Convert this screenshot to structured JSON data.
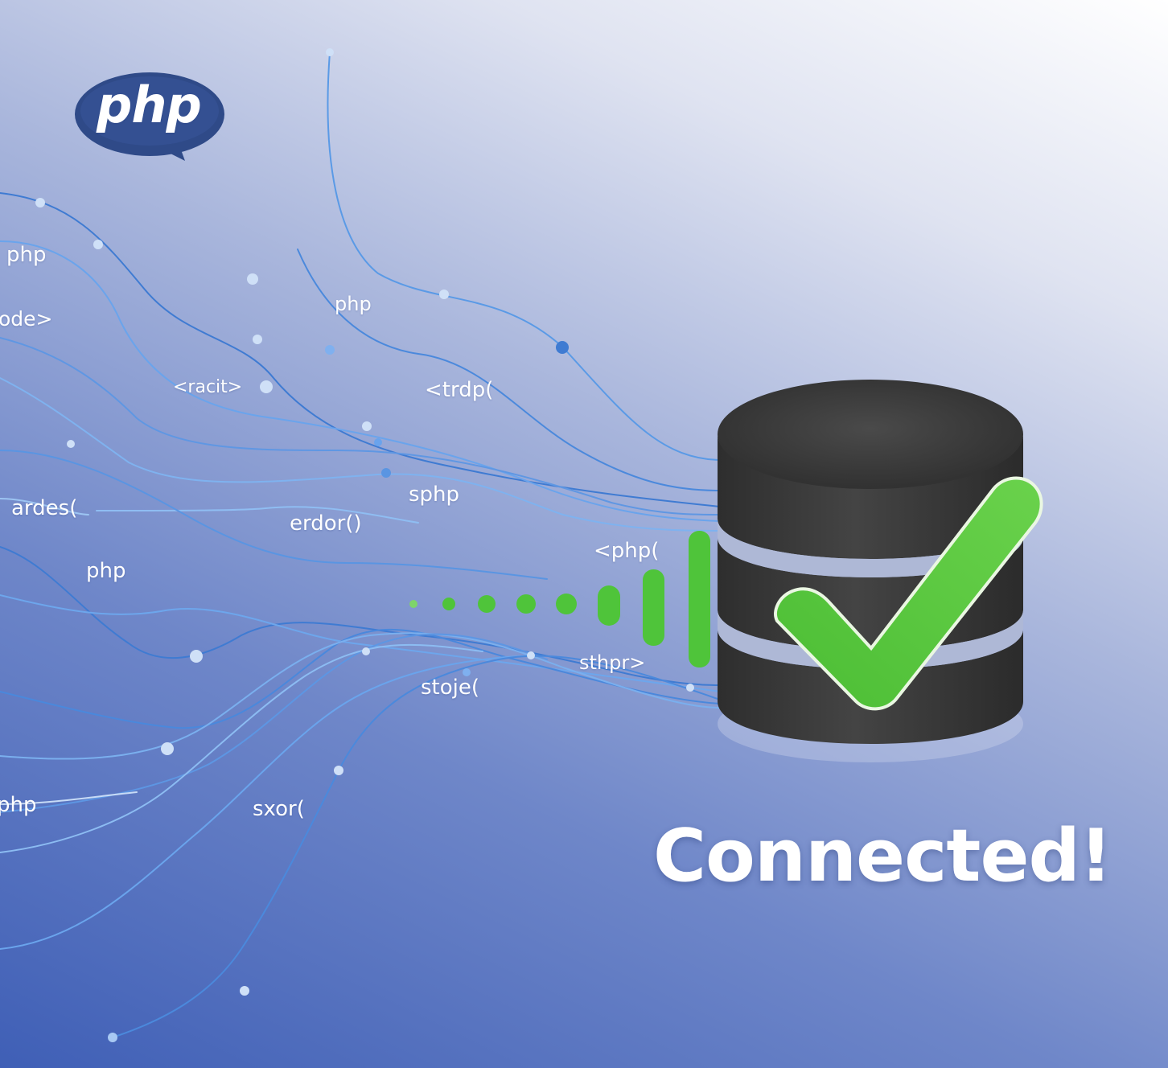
{
  "logo": {
    "text": "php",
    "color": "#2f4a88"
  },
  "code_labels": [
    {
      "id": "l1",
      "text": "php"
    },
    {
      "id": "l2",
      "text": "ode>"
    },
    {
      "id": "l3",
      "text": "<racit>"
    },
    {
      "id": "l4",
      "text": "php"
    },
    {
      "id": "l5",
      "text": "<trdp("
    },
    {
      "id": "l6",
      "text": "ardes("
    },
    {
      "id": "l7",
      "text": "sphp"
    },
    {
      "id": "l8",
      "text": "erdor()"
    },
    {
      "id": "l9",
      "text": "php"
    },
    {
      "id": "l10",
      "text": "<php("
    },
    {
      "id": "l11",
      "text": "sthpr>"
    },
    {
      "id": "l12",
      "text": "stoje("
    },
    {
      "id": "l13",
      "text": "php"
    },
    {
      "id": "l14",
      "text": "sxor("
    }
  ],
  "status": {
    "text": "Connected!"
  },
  "icons": {
    "database": "database-icon",
    "check": "checkmark-icon",
    "logo": "php-logo-icon"
  },
  "colors": {
    "check_green": "#56c13c",
    "signal_green": "#4fc43a",
    "database_body": "#3a3a3a",
    "line_blue": "#4d86d8"
  }
}
